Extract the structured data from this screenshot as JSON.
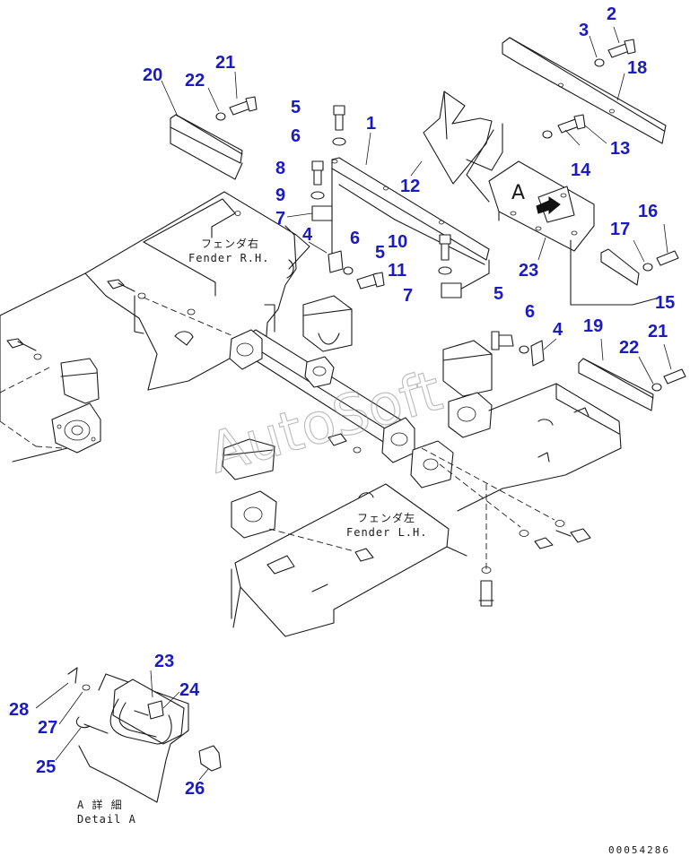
{
  "labels": {
    "fender_rh_jp": "フェンダ右",
    "fender_rh_en": "Fender R.H.",
    "fender_lh_jp": "フェンダ左",
    "fender_lh_en": "Fender L.H.",
    "detail_jp": "A 詳 細",
    "detail_en": "Detail A",
    "detail_marker": "A"
  },
  "watermark": "AutoSoft",
  "doc_number": "00054286",
  "callouts": [
    {
      "id": "c2",
      "text": "2"
    },
    {
      "id": "c3",
      "text": "3"
    },
    {
      "id": "c18",
      "text": "18"
    },
    {
      "id": "c20",
      "text": "20"
    },
    {
      "id": "c22a",
      "text": "22"
    },
    {
      "id": "c21a",
      "text": "21"
    },
    {
      "id": "c5a",
      "text": "5"
    },
    {
      "id": "c1",
      "text": "1"
    },
    {
      "id": "c6a",
      "text": "6"
    },
    {
      "id": "c13",
      "text": "13"
    },
    {
      "id": "c8",
      "text": "8"
    },
    {
      "id": "c12",
      "text": "12"
    },
    {
      "id": "c14",
      "text": "14"
    },
    {
      "id": "c9",
      "text": "9"
    },
    {
      "id": "c7a",
      "text": "7"
    },
    {
      "id": "c16",
      "text": "16"
    },
    {
      "id": "c17",
      "text": "17"
    },
    {
      "id": "c4a",
      "text": "4"
    },
    {
      "id": "c6b",
      "text": "6"
    },
    {
      "id": "c10",
      "text": "10"
    },
    {
      "id": "c5b",
      "text": "5"
    },
    {
      "id": "c11",
      "text": "11"
    },
    {
      "id": "c23a",
      "text": "23"
    },
    {
      "id": "c15",
      "text": "15"
    },
    {
      "id": "c7b",
      "text": "7"
    },
    {
      "id": "c5c",
      "text": "5"
    },
    {
      "id": "c6c",
      "text": "6"
    },
    {
      "id": "c4b",
      "text": "4"
    },
    {
      "id": "c19",
      "text": "19"
    },
    {
      "id": "c22b",
      "text": "22"
    },
    {
      "id": "c21b",
      "text": "21"
    },
    {
      "id": "c23b",
      "text": "23"
    },
    {
      "id": "c24",
      "text": "24"
    },
    {
      "id": "c28",
      "text": "28"
    },
    {
      "id": "c27",
      "text": "27"
    },
    {
      "id": "c25",
      "text": "25"
    },
    {
      "id": "c26",
      "text": "26"
    }
  ]
}
